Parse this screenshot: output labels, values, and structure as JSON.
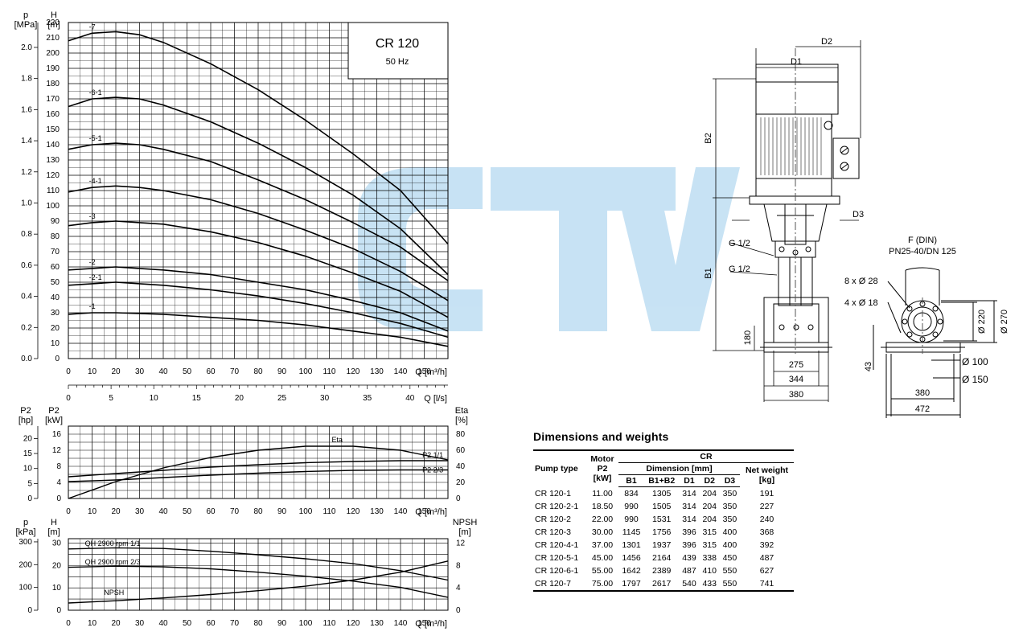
{
  "chart_data": [
    {
      "type": "line",
      "title": "CR 120",
      "subtitle": "50 Hz",
      "xlabel": "Q [m³/h]",
      "x2label": "Q [l/s]",
      "ylabel_left": "p",
      "ylabel_left_unit": "[MPa]",
      "ylabel": "H",
      "ylabel_unit": "[m]",
      "xlim": [
        0,
        160
      ],
      "x2lim": [
        0,
        44.44
      ],
      "ylim": [
        0,
        220
      ],
      "y2lim": [
        0,
        2.16
      ],
      "x_ticks": [
        0,
        10,
        20,
        30,
        40,
        50,
        60,
        70,
        80,
        90,
        100,
        110,
        120,
        130,
        140,
        150
      ],
      "x2_ticks": [
        0,
        5,
        10,
        15,
        20,
        25,
        30,
        35,
        40
      ],
      "y_ticks": [
        0,
        10,
        20,
        30,
        40,
        50,
        60,
        70,
        80,
        90,
        100,
        110,
        120,
        130,
        140,
        150,
        160,
        170,
        180,
        190,
        200,
        210,
        220
      ],
      "p_ticks": [
        "0.0",
        "0.2",
        "0.4",
        "0.6",
        "0.8",
        "1.0",
        "1.2",
        "1.4",
        "1.6",
        "1.8",
        "2.0"
      ],
      "grid": true,
      "series": [
        {
          "name": "-7",
          "x": [
            0,
            10,
            20,
            30,
            40,
            60,
            80,
            100,
            120,
            140,
            160
          ],
          "y": [
            208,
            213,
            214,
            212,
            207,
            193,
            176,
            156,
            134,
            110,
            75
          ]
        },
        {
          "name": "-6-1",
          "x": [
            0,
            10,
            20,
            30,
            40,
            60,
            80,
            100,
            120,
            140,
            160
          ],
          "y": [
            165,
            170,
            171,
            170,
            166,
            155,
            141,
            125,
            107,
            85,
            55
          ]
        },
        {
          "name": "-5-1",
          "x": [
            0,
            10,
            20,
            30,
            40,
            60,
            80,
            100,
            120,
            140,
            160
          ],
          "y": [
            137,
            140,
            141,
            140,
            137,
            129,
            117,
            104,
            89,
            73,
            51
          ]
        },
        {
          "name": "-4-1",
          "x": [
            0,
            10,
            20,
            30,
            40,
            60,
            80,
            100,
            120,
            140,
            160
          ],
          "y": [
            109,
            112,
            113,
            112,
            110,
            104,
            95,
            84,
            72,
            57,
            38
          ]
        },
        {
          "name": "-3",
          "x": [
            0,
            10,
            20,
            30,
            40,
            60,
            80,
            100,
            120,
            140,
            160
          ],
          "y": [
            87,
            89,
            90,
            89,
            88,
            83,
            76,
            67,
            56,
            44,
            27
          ]
        },
        {
          "name": "-2",
          "x": [
            0,
            10,
            20,
            30,
            40,
            60,
            80,
            100,
            120,
            140,
            160
          ],
          "y": [
            58,
            59,
            60,
            59,
            58,
            55,
            50,
            45,
            38,
            30,
            18
          ]
        },
        {
          "name": "-2-1",
          "x": [
            0,
            10,
            20,
            30,
            40,
            60,
            80,
            100,
            120,
            140,
            160
          ],
          "y": [
            48,
            49,
            50,
            49,
            48,
            45,
            41,
            36,
            30,
            23,
            14
          ]
        },
        {
          "name": "-1",
          "x": [
            0,
            10,
            20,
            30,
            40,
            60,
            80,
            100,
            120,
            140,
            160
          ],
          "y": [
            29,
            30,
            30,
            29.5,
            29,
            27,
            25,
            22,
            18,
            14,
            8
          ]
        }
      ]
    },
    {
      "type": "line",
      "xlabel": "Q [m³/h]",
      "ylabel_left": "P2",
      "ylabel_left_unit": "[hp]",
      "ylabel": "P2",
      "ylabel_unit": "[kW]",
      "ylabel_right": "Eta",
      "ylabel_right_unit": "[%]",
      "xlim": [
        0,
        160
      ],
      "ylim": [
        0,
        18
      ],
      "y_ticks": [
        0,
        4,
        8,
        12,
        16
      ],
      "hp_ticks": [
        0,
        5,
        10,
        15,
        20
      ],
      "eta_ticks": [
        0,
        20,
        40,
        60,
        80
      ],
      "grid": true,
      "series": [
        {
          "name": "Eta",
          "axis": "eta",
          "x": [
            0,
            20,
            40,
            60,
            80,
            100,
            120,
            140,
            160
          ],
          "y": [
            0,
            21,
            38,
            51,
            60,
            65,
            65,
            60,
            48
          ]
        },
        {
          "name": "P2 1/1",
          "axis": "kw",
          "x": [
            0,
            20,
            40,
            60,
            80,
            100,
            120,
            140,
            160
          ],
          "y": [
            5.4,
            6.2,
            7.0,
            7.8,
            8.4,
            8.9,
            9.2,
            9.4,
            9.4
          ]
        },
        {
          "name": "P2 2/3",
          "axis": "kw",
          "x": [
            0,
            20,
            40,
            60,
            80,
            100,
            120,
            140,
            160
          ],
          "y": [
            4.2,
            4.6,
            5.2,
            5.8,
            6.3,
            6.7,
            7.0,
            7.1,
            7.1
          ]
        }
      ]
    },
    {
      "type": "line",
      "xlabel": "Q [m³/h]",
      "ylabel_left": "p",
      "ylabel_left_unit": "[kPa]",
      "ylabel": "H",
      "ylabel_unit": "[m]",
      "ylabel_right": "NPSH",
      "ylabel_right_unit": "[m]",
      "xlim": [
        0,
        160
      ],
      "ylim": [
        0,
        32
      ],
      "y_ticks": [
        0,
        10,
        20,
        30
      ],
      "kpa_ticks": [
        0,
        100,
        200,
        300
      ],
      "npsh_ticks": [
        0,
        4,
        8,
        12
      ],
      "grid": true,
      "series": [
        {
          "name": "QH 2900 rpm 1/1",
          "axis": "h",
          "x": [
            0,
            20,
            40,
            60,
            80,
            100,
            120,
            140,
            160
          ],
          "y": [
            27.4,
            27.9,
            27.6,
            26.4,
            24.8,
            23.0,
            20.8,
            17.7,
            13.5
          ]
        },
        {
          "name": "QH 2900 rpm 2/3",
          "axis": "h",
          "x": [
            0,
            20,
            40,
            60,
            80,
            100,
            120,
            140,
            160
          ],
          "y": [
            19.2,
            19.7,
            19.4,
            18.5,
            17.0,
            15.2,
            13.0,
            10.2,
            5.8
          ]
        },
        {
          "name": "NPSH",
          "axis": "npsh",
          "x": [
            0,
            20,
            40,
            60,
            80,
            100,
            120,
            140,
            160
          ],
          "y": [
            1.3,
            1.7,
            2.2,
            2.8,
            3.5,
            4.3,
            5.4,
            6.8,
            8.8
          ]
        }
      ]
    }
  ],
  "drawing": {
    "labels": {
      "d1": "D1",
      "d2": "D2",
      "d3": "D3",
      "b1": "B1",
      "b2": "B2",
      "g1": "G 1/2",
      "g2": "G 1/2",
      "flange_title": "F (DIN)",
      "flange_sub": "PN25-40/DN 125",
      "holes8": "8 x Ø 28",
      "holes4": "4 x Ø 18",
      "d220": "Ø 220",
      "d270": "Ø 270",
      "d100": "Ø 100",
      "d150": "Ø 150",
      "v180": "180",
      "h275": "275",
      "h344": "344",
      "h380a": "380",
      "v43": "43",
      "h380b": "380",
      "h472": "472"
    }
  },
  "table": {
    "title": "Dimensions and weights",
    "header": {
      "pump": "Pump type",
      "motor": "Motor",
      "p2": "P2",
      "kw": "[kW]",
      "cr": "CR",
      "dim": "Dimension [mm]",
      "weight": "Net weight",
      "kg": "[kg]",
      "cols": [
        "B1",
        "B1+B2",
        "D1",
        "D2",
        "D3"
      ]
    },
    "rows": [
      [
        "CR 120-1",
        "11.00",
        "834",
        "1305",
        "314",
        "204",
        "350",
        "191"
      ],
      [
        "CR 120-2-1",
        "18.50",
        "990",
        "1505",
        "314",
        "204",
        "350",
        "227"
      ],
      [
        "CR 120-2",
        "22.00",
        "990",
        "1531",
        "314",
        "204",
        "350",
        "240"
      ],
      [
        "CR 120-3",
        "30.00",
        "1145",
        "1756",
        "396",
        "315",
        "400",
        "368"
      ],
      [
        "CR 120-4-1",
        "37.00",
        "1301",
        "1937",
        "396",
        "315",
        "400",
        "392"
      ],
      [
        "CR 120-5-1",
        "45.00",
        "1456",
        "2164",
        "439",
        "338",
        "450",
        "487"
      ],
      [
        "CR 120-6-1",
        "55.00",
        "1642",
        "2389",
        "487",
        "410",
        "550",
        "627"
      ],
      [
        "CR 120-7",
        "75.00",
        "1797",
        "2617",
        "540",
        "433",
        "550",
        "741"
      ]
    ]
  },
  "colors": {
    "watermark": "#8ec9ec",
    "grid": "#000000",
    "curve": "#000000"
  }
}
